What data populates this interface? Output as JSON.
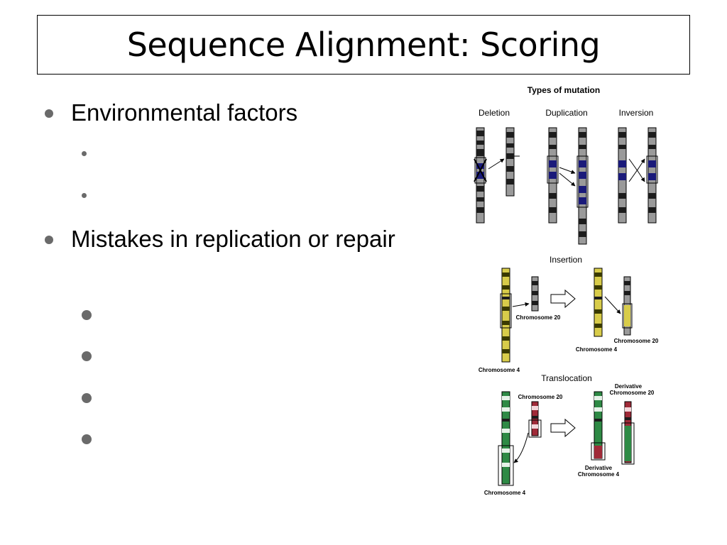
{
  "slide": {
    "title": "Sequence Alignment: Scoring",
    "bullets": [
      {
        "text": "Environmental factors",
        "subbullets": 2
      },
      {
        "text": "Mistakes in replication or repair",
        "subbullets": 4
      }
    ]
  },
  "figure": {
    "heading": "Types of mutation",
    "labels": {
      "deletion": "Deletion",
      "duplication": "Duplication",
      "inversion": "Inversion",
      "insertion": "Insertion",
      "translocation": "Translocation",
      "chr20": "Chromosome 20",
      "chr4": "Chromosome 4",
      "deriv": "Derivative",
      "deriv_chr20": "Chromosome 20",
      "deriv_chr4": "Chromosome 4"
    },
    "colors": {
      "dark": "#1c1c1c",
      "navy": "#1a1a7a",
      "yellow": "#d8cc4a",
      "green": "#2e8a45",
      "red": "#a02a38"
    }
  }
}
